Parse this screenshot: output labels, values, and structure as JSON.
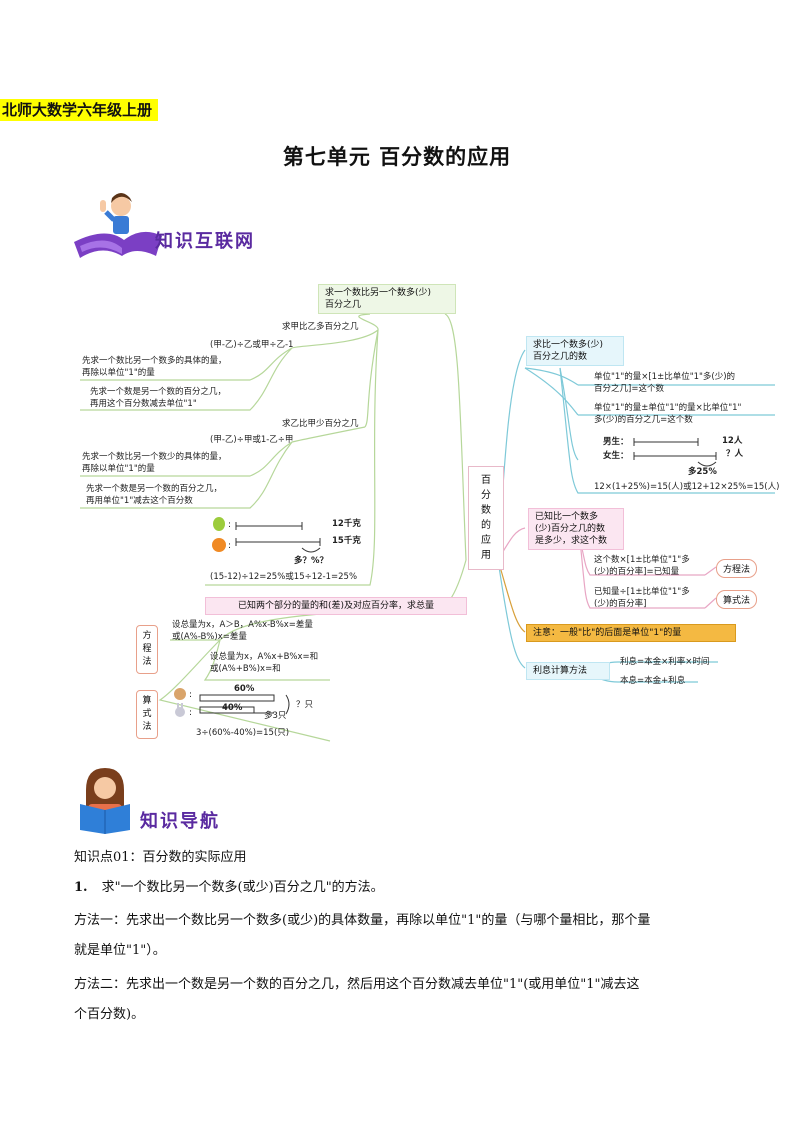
{
  "header": {
    "badge": "北师大数学六年级上册",
    "title": "第七单元  百分数的应用"
  },
  "sections": {
    "network_title": "知识互联网",
    "nav_title": "知识导航"
  },
  "mindmap": {
    "center": [
      "百",
      "分",
      "数",
      "的",
      "应",
      "用"
    ],
    "left": {
      "top_node": [
        "求一个数比另一个数多(少)",
        "百分之几"
      ],
      "more": {
        "label": "求甲比乙多百分之几",
        "formula": "(甲-乙)÷乙或甲÷乙-1",
        "m1": [
          "先求一个数比另一个数多的具体的量，",
          "再除以单位\"1\"的量"
        ],
        "m2": [
          "先求一个数是另一个数的百分之几，",
          "再用这个百分数减去单位\"1\""
        ]
      },
      "less": {
        "label": "求乙比甲少百分之几",
        "formula": "(甲-乙)÷甲或1-乙÷甲",
        "m1": [
          "先求一个数比另一个数少的具体的量，",
          "再除以单位\"1\"的量"
        ],
        "m2": [
          "先求一个数是另一个数的百分之几，",
          "再用单位\"1\"减去这个百分数"
        ]
      },
      "fruit": {
        "v1": "12千克",
        "v2": "15千克",
        "q": "多？%？",
        "calc": "(15-12)÷12=25%或15÷12-1=25%"
      },
      "bottom_node": "已知两个部分的量的和(差)及对应百分率，求总量",
      "equation": {
        "label": [
          "方",
          "程",
          "法"
        ],
        "a1": "设总量为x，A＞B，A%x-B%x=差量",
        "a2": "或(A%-B%)x=差量",
        "b1": "设总量为x，A%x+B%x=和",
        "b2": "或(A%+B%)x=和"
      },
      "arith": {
        "label": [
          "算",
          "式",
          "法"
        ],
        "p60": "60%",
        "p40": "40%",
        "more3": "多3只",
        "q": "？只",
        "calc": "3÷(60%-40%)=15(只)"
      }
    },
    "right": {
      "node1": [
        "求比一个数多(少)",
        "百分之几的数"
      ],
      "f1": [
        "单位\"1\"的量×[1±比单位\"1\"多(少)的",
        "百分之几]=这个数"
      ],
      "f2": [
        "单位\"1\"的量±单位\"1\"的量×比单位\"1\"",
        "多(少)的百分之几=这个数"
      ],
      "boys": "男生：",
      "girls": "女生：",
      "boys_v": "12人",
      "girls_v": "？人",
      "more25": "多25%",
      "calc": "12×(1+25%)=15(人)或12+12×25%=15(人)",
      "node2": [
        "已知比一个数多",
        "(少)百分之几的数",
        "是多少，求这个数"
      ],
      "g1": [
        "这个数×[1±比单位\"1\"多",
        "(少)的百分率]=已知量"
      ],
      "g2": [
        "已知量÷[1±比单位\"1\"多",
        "(少)的百分率]"
      ],
      "tag1": "方程法",
      "tag2": "算式法",
      "note": "注意：一般\"比\"的后面是单位\"1\"的量",
      "interest": "利息计算方法",
      "i1": "利息=本金×利率×时间",
      "i2": "本息=本金+利息"
    }
  },
  "content": {
    "point": "知识点01：百分数的实际应用",
    "item_num": "1.",
    "item": "求\"一个数比另一个数多(或少)百分之几\"的方法。",
    "m1a": "方法一：先求出一个数比另一个数多(或少)的具体数量，再除以单位\"1\"的量（与哪个量相比，那个量",
    "m1b": "就是单位\"1\"）。",
    "m2a": "方法二：先求出一个数是另一个数的百分之几，然后用这个百分数减去单位\"1\"(或用单位\"1\"减去这",
    "m2b": "个百分数)。"
  }
}
